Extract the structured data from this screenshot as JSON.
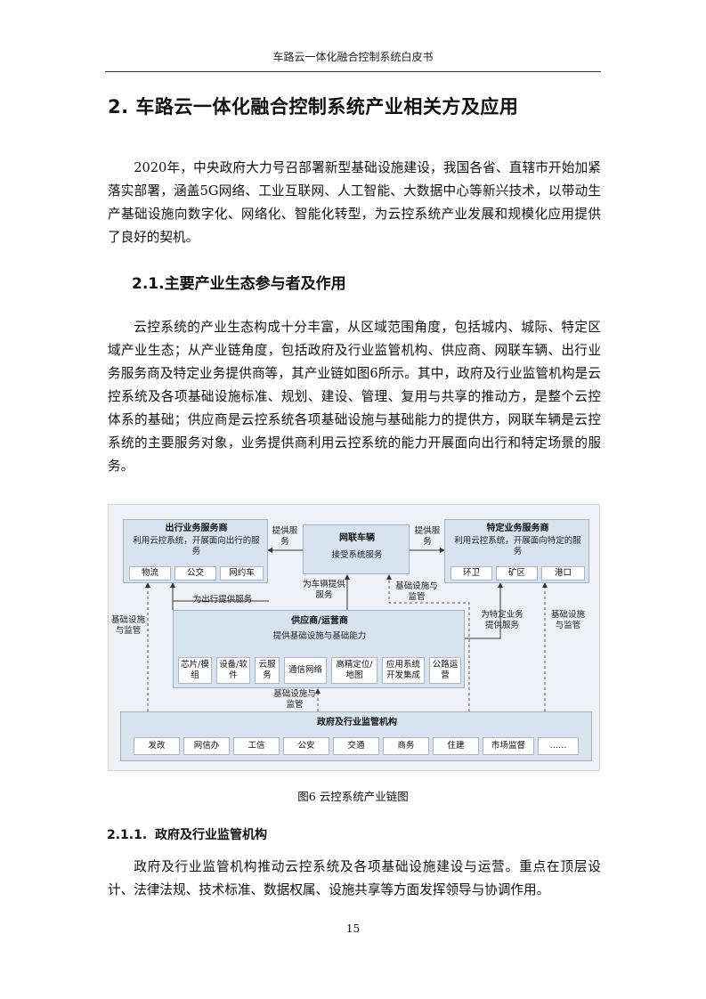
{
  "header": "车路云一体化融合控制系统白皮书",
  "section_title": "2. 车路云一体化融合控制系统产业相关方及应用",
  "intro_paragraph": "2020年，中央政府大力号召部署新型基础设施建设，我国各省、直辖市开始加紧落实部署，涵盖5G网络、工业互联网、人工智能、大数据中心等新兴技术，以带动生产基础设施向数字化、网络化、智能化转型，为云控系统产业发展和规模化应用提供了良好的契机。",
  "subsection_title": "2.1.主要产业生态参与者及作用",
  "subsection_paragraph": "云控系统的产业生态构成十分丰富，从区域范围角度，包括城内、城际、特定区域产业生态；从产业链角度，包括政府及行业监管机构、供应商、网联车辆、出行业务服务商及特定业务提供商等，其产业链如图6所示。其中，政府及行业监管机构是云控系统及各项基础设施标准、规划、建设、管理、复用与共享的推动方，是整个云控体系的基础；供应商是云控系统各项基础设施与基础能力的提供方，网联车辆是云控系统的主要服务对象，业务提供商利用云控系统的能力开展面向出行和特定场景的服务。",
  "diagram": {
    "travel_provider": {
      "title": "出行业务服务商",
      "desc": "利用云控系统，开展面向出行的服务",
      "items": [
        "物流",
        "公交",
        "网约车"
      ]
    },
    "vehicle": {
      "title": "网联车辆",
      "desc": "接受系统服务"
    },
    "special_provider": {
      "title": "特定业务服务商",
      "desc": "利用云控系统，开展面向特定的服务",
      "items": [
        "环卫",
        "矿区",
        "港口"
      ]
    },
    "supplier": {
      "title": "供应商/运营商",
      "desc": "提供基础设施与基础能力",
      "items": [
        "芯片/模组",
        "设备/软件",
        "云服务",
        "通信网络",
        "高精定位/地图",
        "应用系统开发集成",
        "公路运营"
      ]
    },
    "government": {
      "title": "政府及行业监管机构",
      "items": [
        "发改",
        "网信办",
        "工信",
        "公安",
        "交通",
        "商务",
        "住建",
        "市场监督",
        "……"
      ]
    },
    "labels": {
      "provide_service_left": "提供服务",
      "provide_service_right": "提供服务",
      "for_vehicle": "为车辆提供服务",
      "for_travel": "为出行提供服务",
      "infra_supervision_a": "基础设施与监管",
      "infra_supervision_b": "基础设施与监管",
      "for_special": "为特定业务提供服务",
      "infra_supervision_c": "基础设施与监管",
      "infra_supervision_d": "基础设施与监管"
    }
  },
  "figure_caption": "图6  云控系统产业链图",
  "subsubsection_number": "2.1.1.",
  "subsubsection_title": "政府及行业监管机构",
  "gov_paragraph": "政府及行业监管机构推动云控系统及各项基础设施建设与运营。重点在顶层设计、法律法规、技术标准、数据权属、设施共享等方面发挥领导与协调作用。",
  "page_number": "15"
}
